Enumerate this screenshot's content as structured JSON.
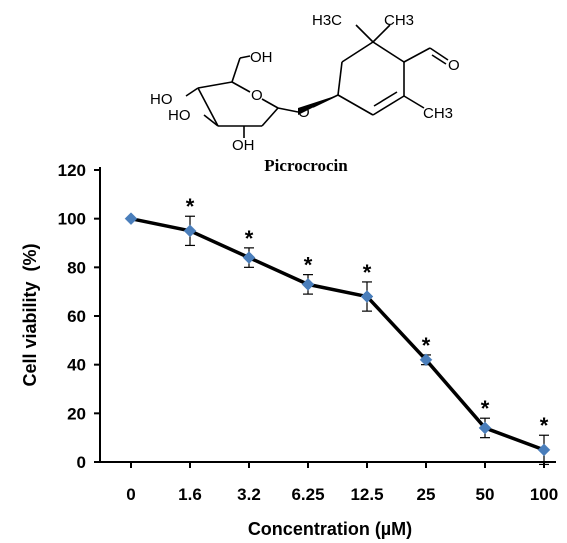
{
  "structure": {
    "compound_name": "Picrocrocin",
    "atom_labels": {
      "h3c": "H3C",
      "ch3_top": "CH3",
      "ch3_ring": "CH3",
      "o_aldehyde": "O",
      "oh_ch2": "OH",
      "ho_c4": "HO",
      "ho_c3": "HO",
      "oh_c2": "OH",
      "o_ring": "O",
      "o_glyco": "O"
    }
  },
  "chart_data": {
    "type": "line",
    "categories": [
      "0",
      "1.6",
      "3.2",
      "6.25",
      "12.5",
      "25",
      "50",
      "100"
    ],
    "series": [
      {
        "values": [
          100,
          95,
          84,
          73,
          68,
          42,
          14,
          5
        ],
        "errors": [
          0,
          6,
          4,
          4,
          6,
          2,
          4,
          6
        ],
        "significant": [
          false,
          true,
          true,
          true,
          true,
          true,
          true,
          true
        ],
        "marker_color": "#4a7ebb",
        "line_color": "#000000"
      }
    ],
    "significance_symbol": "*",
    "xlabel": "Concentration (µM)",
    "ylabel": "Cell viability  (%)",
    "ylim": [
      0,
      120
    ],
    "yticks": [
      0,
      20,
      40,
      60,
      80,
      100,
      120
    ],
    "grid": false
  }
}
